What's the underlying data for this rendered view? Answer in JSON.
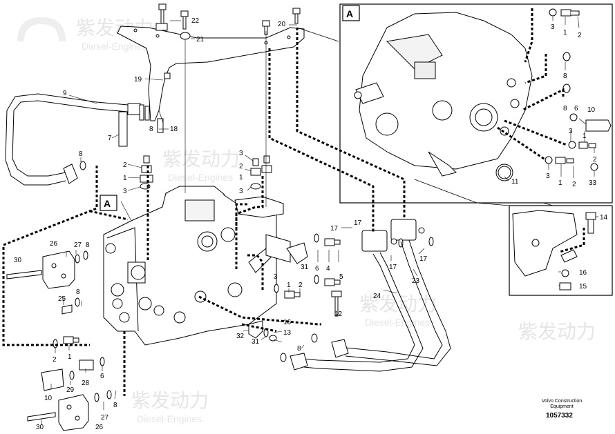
{
  "watermark": {
    "brand": "紫发动力",
    "sub": "Diesel-Engines"
  },
  "views": {
    "main": "A",
    "inset": "A"
  },
  "callouts": [
    {
      "id": "c22",
      "text": "22"
    },
    {
      "id": "c21",
      "text": "21"
    },
    {
      "id": "c20",
      "text": "20"
    },
    {
      "id": "c19",
      "text": "19"
    },
    {
      "id": "c9",
      "text": "9"
    },
    {
      "id": "c7",
      "text": "7"
    },
    {
      "id": "c8a",
      "text": "8"
    },
    {
      "id": "c18",
      "text": "18"
    },
    {
      "id": "c8b",
      "text": "8"
    },
    {
      "id": "c2a",
      "text": "2"
    },
    {
      "id": "c1a",
      "text": "1"
    },
    {
      "id": "c3a",
      "text": "3"
    },
    {
      "id": "c3b",
      "text": "3"
    },
    {
      "id": "c2b",
      "text": "2"
    },
    {
      "id": "c1b",
      "text": "1"
    },
    {
      "id": "c3c",
      "text": "3"
    },
    {
      "id": "c26a",
      "text": "26"
    },
    {
      "id": "c27a",
      "text": "27"
    },
    {
      "id": "c8c",
      "text": "8"
    },
    {
      "id": "c30a",
      "text": "30"
    },
    {
      "id": "c25",
      "text": "25"
    },
    {
      "id": "c8d",
      "text": "8"
    },
    {
      "id": "c17a",
      "text": "17"
    },
    {
      "id": "c17b",
      "text": "17"
    },
    {
      "id": "c17c",
      "text": "17"
    },
    {
      "id": "c17d",
      "text": "17"
    },
    {
      "id": "c31a",
      "text": "31"
    },
    {
      "id": "c6a",
      "text": "6"
    },
    {
      "id": "c4",
      "text": "4"
    },
    {
      "id": "c5",
      "text": "5"
    },
    {
      "id": "c23",
      "text": "23"
    },
    {
      "id": "c24",
      "text": "24"
    },
    {
      "id": "c3d",
      "text": "3"
    },
    {
      "id": "c1c",
      "text": "1"
    },
    {
      "id": "c2c",
      "text": "2"
    },
    {
      "id": "c12",
      "text": "12"
    },
    {
      "id": "c16a",
      "text": "16"
    },
    {
      "id": "c13",
      "text": "13"
    },
    {
      "id": "c32",
      "text": "32"
    },
    {
      "id": "c31b",
      "text": "31"
    },
    {
      "id": "c8e",
      "text": "8"
    },
    {
      "id": "c2d",
      "text": "2"
    },
    {
      "id": "c1d",
      "text": "1"
    },
    {
      "id": "c28",
      "text": "28"
    },
    {
      "id": "c6b",
      "text": "6"
    },
    {
      "id": "c10a",
      "text": "10"
    },
    {
      "id": "c29",
      "text": "29"
    },
    {
      "id": "c8f",
      "text": "8"
    },
    {
      "id": "c30b",
      "text": "30"
    },
    {
      "id": "c27b",
      "text": "27"
    },
    {
      "id": "c26b",
      "text": "26"
    },
    {
      "id": "i3a",
      "text": "3"
    },
    {
      "id": "i1a",
      "text": "1"
    },
    {
      "id": "i2a",
      "text": "2"
    },
    {
      "id": "i8a",
      "text": "8"
    },
    {
      "id": "i6",
      "text": "6"
    },
    {
      "id": "i10",
      "text": "10"
    },
    {
      "id": "i3b",
      "text": "3"
    },
    {
      "id": "i8b",
      "text": "8"
    },
    {
      "id": "i1b",
      "text": "1"
    },
    {
      "id": "i2b",
      "text": "2"
    },
    {
      "id": "i3c",
      "text": "3"
    },
    {
      "id": "i1c",
      "text": "1"
    },
    {
      "id": "i2c",
      "text": "2"
    },
    {
      "id": "i33",
      "text": "33"
    },
    {
      "id": "i11",
      "text": "11"
    },
    {
      "id": "i14",
      "text": "14"
    },
    {
      "id": "i16",
      "text": "16"
    },
    {
      "id": "i15",
      "text": "15"
    }
  ],
  "footer": {
    "publisher": "Volvo Construction Equipment",
    "part_number": "1057332"
  }
}
